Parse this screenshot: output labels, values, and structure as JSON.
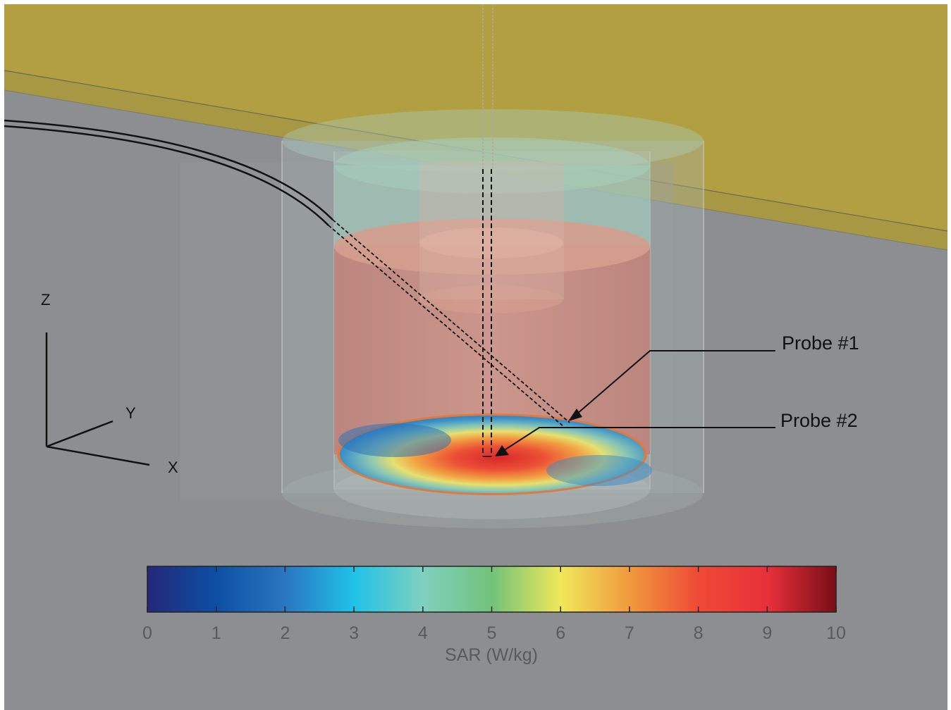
{
  "axes_labels": {
    "z": "Z",
    "y": "Y",
    "x": "X"
  },
  "probes": {
    "probe1": "Probe #1",
    "probe2": "Probe #2"
  },
  "colorbar": {
    "title": "SAR (W/kg)",
    "min": 0,
    "max": 10,
    "ticks": [
      "0",
      "1",
      "2",
      "3",
      "4",
      "5",
      "6",
      "7",
      "8",
      "9",
      "10"
    ],
    "stops": [
      "#24277a",
      "#0d4fa3",
      "#2a76c0",
      "#20c2e8",
      "#7fd0c0",
      "#72c27a",
      "#f0e85a",
      "#f19a3e",
      "#ee4a36",
      "#e8303a",
      "#7a0d16"
    ]
  },
  "colors": {
    "background": "#8c8e91",
    "plate": "#b19f42",
    "phantom_liquid": "#cf8a7c",
    "phantom_top": "#9cc9b7",
    "sar_hot": "#e53a2e",
    "sar_cold": "#2f82c0"
  }
}
